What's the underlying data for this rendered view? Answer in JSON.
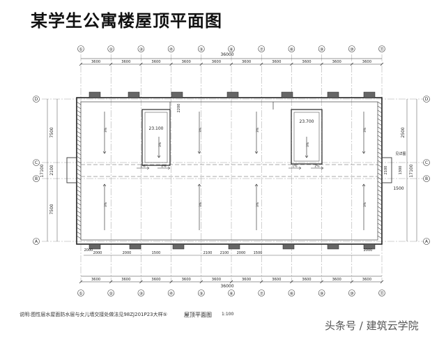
{
  "title": "某学生公寓楼屋顶平面图",
  "axes_top": [
    "①",
    "②",
    "③",
    "④",
    "⑤",
    "⑥",
    "⑦",
    "⑧",
    "⑨",
    "⑩",
    "⑪"
  ],
  "axes_bottom": [
    "①",
    "②",
    "③",
    "④",
    "⑤",
    "⑥",
    "⑦",
    "⑧",
    "⑨",
    "⑩",
    "⑪"
  ],
  "axes_side": [
    "D",
    "C",
    "B",
    "A"
  ],
  "total_width": "36000",
  "bay_width": "3600",
  "depth_left": [
    "7500",
    "2100",
    "7500"
  ],
  "depth_total": "17100",
  "depth_right": [
    "2500",
    "1500"
  ],
  "right_small": [
    "1300",
    "2100"
  ],
  "bottom_inner_dims": [
    "2000",
    "2000",
    "1500",
    "2100",
    "2100",
    "2000",
    "1500"
  ],
  "bottom_small": [
    "2000",
    "2000"
  ],
  "stair_label_top": "2200",
  "elevations": [
    "23.100",
    "23.700"
  ],
  "slopes": [
    "3%",
    "1%",
    "2%"
  ],
  "annotations": [
    "见详图"
  ],
  "note": "说明:图性层水屋面防水层与女儿墙交接处做法见98ZJ201P23大样⑤",
  "plan_title": "屋顶平面图",
  "plan_scale": "1:100",
  "watermark": "头条号 / 建筑云学院"
}
